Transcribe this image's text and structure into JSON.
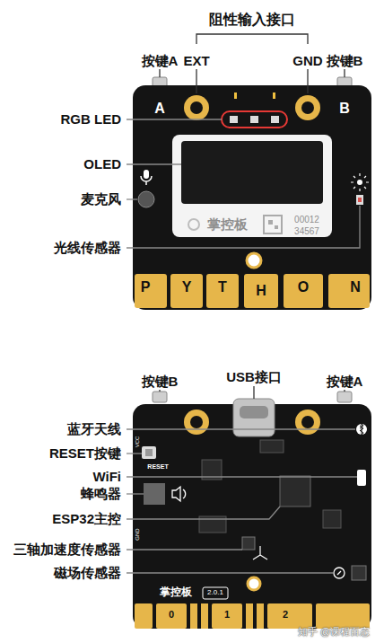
{
  "diagram": {
    "labels": [
      "阻性输入接口",
      "按键A",
      "EXT",
      "GND",
      "按键B",
      "A",
      "B",
      "RGB LED",
      "OLED",
      "麦克风",
      "掌控板",
      "00012",
      "34567",
      "光线传感器",
      "P",
      "Y",
      "T",
      "H",
      "O",
      "N",
      "按键B",
      "USB接口",
      "按键A",
      "蓝牙天线",
      "RESET按键",
      "RESET",
      "VCC",
      "WiFi",
      "蜂鸣器",
      "GND",
      "ESP32主控",
      "三轴加速度传感器",
      "磁场传感器",
      "掌控板",
      "2.0.1",
      "0",
      "1",
      "2",
      "知乎 @课程百态"
    ]
  }
}
